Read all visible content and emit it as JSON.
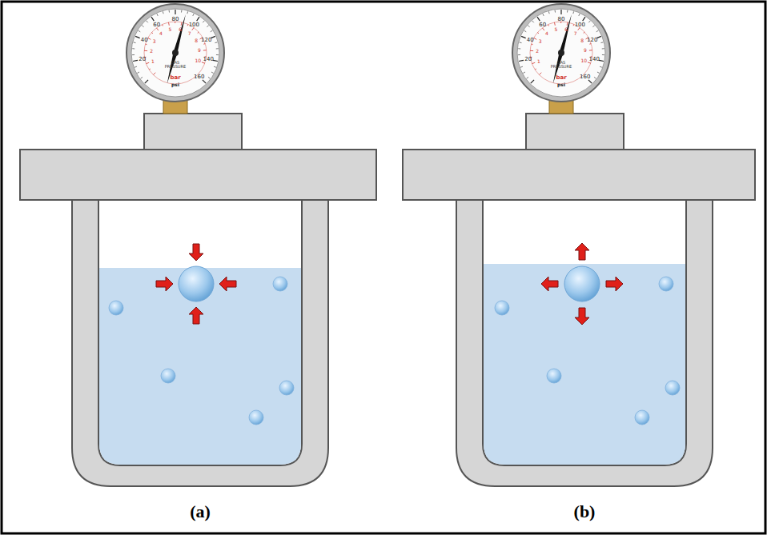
{
  "diagram": {
    "labels": [
      "20",
      "40",
      "60",
      "80",
      "100",
      "120",
      "140",
      "160",
      "1",
      "2",
      "3",
      "4",
      "5",
      "6",
      "7",
      "8",
      "9",
      "10",
      "GAS PRESSURE",
      "bar",
      "psi",
      "20",
      "40",
      "60",
      "80",
      "100",
      "120",
      "140",
      "160",
      "1",
      "2",
      "3",
      "4",
      "5",
      "6",
      "7",
      "8",
      "9",
      "10",
      "GAS PRESSURE",
      "bar",
      "psi",
      "(a)",
      "(b)"
    ]
  }
}
